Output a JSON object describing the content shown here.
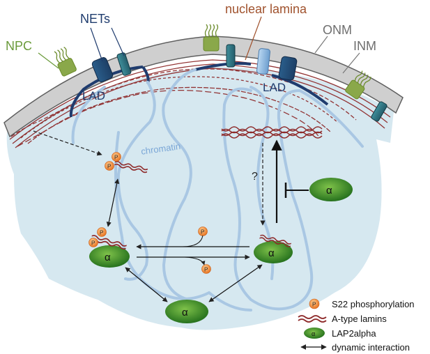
{
  "labels": {
    "nets": "NETs",
    "nuclear_lamina": "nuclear lamina",
    "npc": "NPC",
    "onm": "ONM",
    "inm": "INM",
    "lad_left": "LAD",
    "lad_right": "LAD",
    "chromatin": "chromatin",
    "question": "?"
  },
  "glyphs": {
    "phospho": "P",
    "lap2alpha": "α"
  },
  "legend": [
    {
      "key": "phospho",
      "label": "S22 phosphorylation"
    },
    {
      "key": "lamins",
      "label": "A-type lamins"
    },
    {
      "key": "lap2alpha",
      "label": "LAP2alpha"
    },
    {
      "key": "arrow",
      "label": "dynamic interaction"
    }
  ],
  "colors": {
    "nets_text": "#1f3c6e",
    "lamina_text": "#a0522d",
    "npc_text": "#6a9a3a",
    "membrane_text": "#6e6e6e",
    "lad_text": "#1f3c6e",
    "chromatin_text": "#7aa6d6",
    "nucleoplasm": "#d6e8f0",
    "lamin": "#8e2a2a",
    "chromatin": "#a9c7e3",
    "lap2": "#3e8e2c",
    "phospho": "#f08a3c"
  }
}
